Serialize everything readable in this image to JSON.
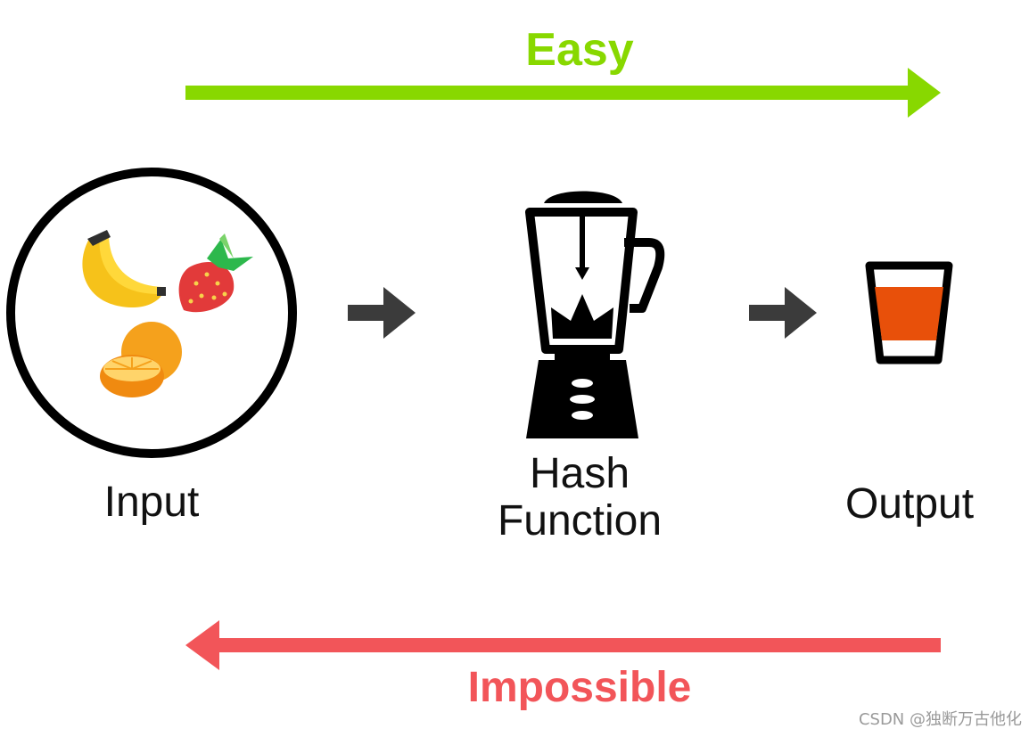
{
  "top_label": "Easy",
  "bottom_label": "Impossible",
  "nodes": {
    "input": "Input",
    "hash_line1": "Hash",
    "hash_line2": "Function",
    "output": "Output"
  },
  "watermark": "CSDN @独断万古他化",
  "colors": {
    "easy": "#88d800",
    "impossible": "#f25559",
    "arrow": "#3b3b3b",
    "juice": "#e8500a",
    "outline": "#000000"
  },
  "icons": {
    "fruit": [
      "banana-icon",
      "strawberry-icon",
      "orange-icon"
    ],
    "blender": "blender-icon",
    "glass": "juice-glass-icon"
  }
}
